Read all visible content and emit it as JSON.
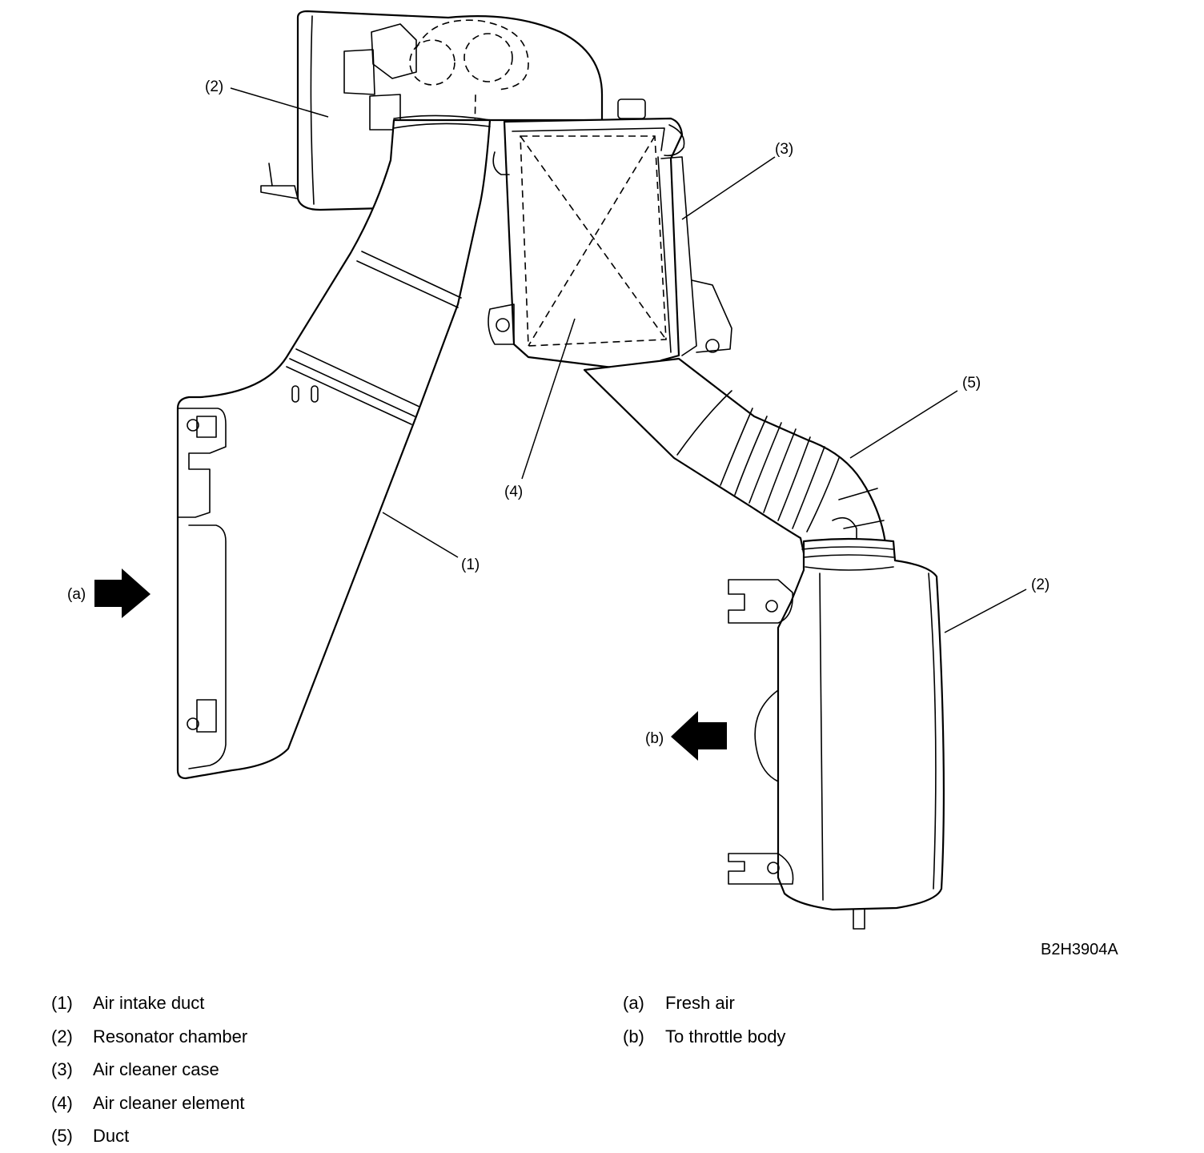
{
  "diagram": {
    "callouts": {
      "c1": "(1)",
      "c2_top": "(2)",
      "c2_bottom": "(2)",
      "c3": "(3)",
      "c4": "(4)",
      "c5": "(5)",
      "ca": "(a)",
      "cb": "(b)"
    },
    "figure_code": "B2H3904A"
  },
  "legend": {
    "parts": [
      {
        "num": "(1)",
        "label": "Air intake duct"
      },
      {
        "num": "(2)",
        "label": "Resonator chamber"
      },
      {
        "num": "(3)",
        "label": "Air cleaner case"
      },
      {
        "num": "(4)",
        "label": "Air cleaner element"
      },
      {
        "num": "(5)",
        "label": "Duct"
      }
    ],
    "flows": [
      {
        "num": "(a)",
        "label": "Fresh air"
      },
      {
        "num": "(b)",
        "label": "To throttle body"
      }
    ]
  }
}
